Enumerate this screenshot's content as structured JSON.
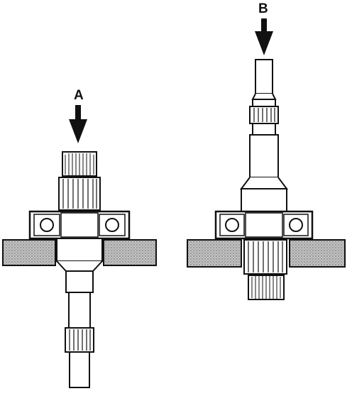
{
  "labels": {
    "a": "A",
    "b": "B"
  },
  "colors": {
    "ink": "#111111",
    "paper": "#ffffff",
    "press_block": "#b9b9b9"
  },
  "figures": [
    {
      "id": "a",
      "description_icon": "down-arrow-icon",
      "parts": [
        "threaded-end",
        "splined-section",
        "bearing",
        "press-plate",
        "shaft",
        "lower-spline"
      ]
    },
    {
      "id": "b",
      "description_icon": "down-arrow-icon",
      "parts": [
        "shaft-top",
        "upper-spline",
        "bearing",
        "press-plate",
        "lower-spline",
        "threaded-end"
      ]
    }
  ]
}
